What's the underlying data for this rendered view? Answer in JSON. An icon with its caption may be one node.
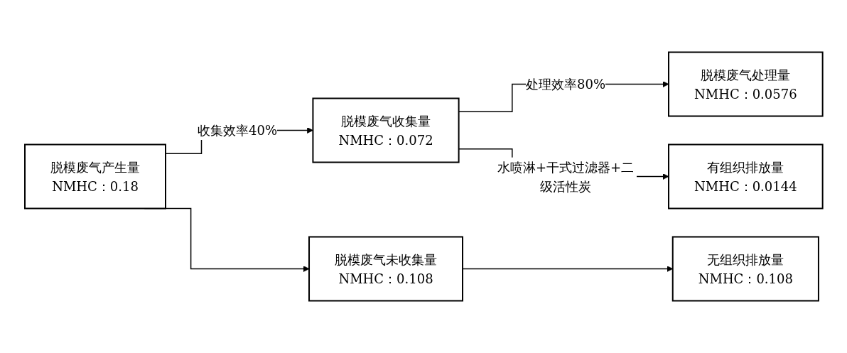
{
  "diagram": {
    "nodes": [
      {
        "text": [
          "脱模废气产生量",
          "NMHC：0.18"
        ]
      },
      {
        "text": [
          "脱模废气收集量",
          "NMHC：0.072"
        ]
      },
      {
        "text": [
          "脱模废气未收集量",
          "NMHC：0.108"
        ]
      },
      {
        "text": [
          "脱模废气处理量",
          "NMHC：0.0576"
        ]
      },
      {
        "text": [
          "有组织排放量",
          "NMHC：0.0144"
        ]
      },
      {
        "text": [
          "无组织排放量",
          "NMHC：0.108"
        ]
      }
    ],
    "edges": [
      {
        "from": 0,
        "to": 1,
        "arrow": "to",
        "label": "收集效率40%"
      },
      {
        "from": 0,
        "to": 2,
        "arrow": "to"
      },
      {
        "from": 1,
        "to": 3,
        "arrow": "to",
        "label": "处理效率80%"
      },
      {
        "from": 1,
        "to": 4,
        "arrow": "to",
        "label": "水喷淋+干式过滤器+二级活性炭"
      },
      {
        "from": 2,
        "to": 5,
        "arrow": "to"
      }
    ]
  }
}
